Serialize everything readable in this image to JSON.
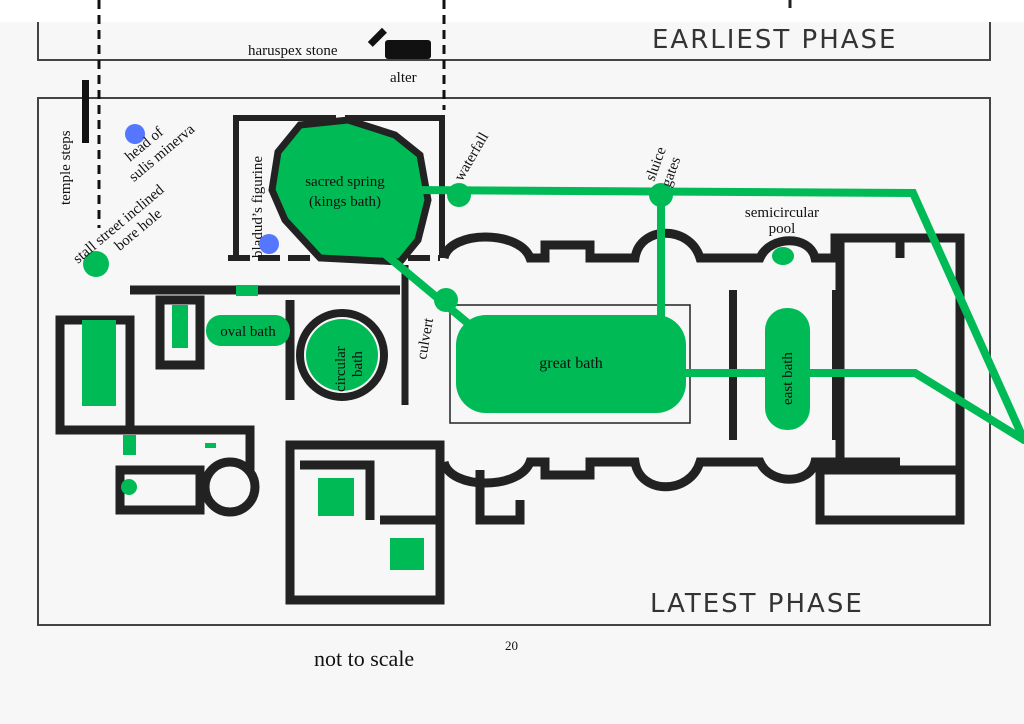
{
  "title": "",
  "phases": {
    "earliest": "EARLIEST PHASE",
    "latest": "LATEST PHASE"
  },
  "labels": {
    "haruspex_stone": "haruspex stone",
    "alter": "alter",
    "temple_steps": "temple steps",
    "head_of_sulis_minerva": [
      "head of",
      "sulis minerva"
    ],
    "bore_hole": [
      "stall street inclined",
      "bore hole"
    ],
    "bladuds_figurine": "bladud’s figurine",
    "sacred_spring": [
      "sacred spring",
      "(kings bath)"
    ],
    "waterfall": "waterfall",
    "sluice_gates": [
      "sluice",
      "gates"
    ],
    "semicircular_pool": [
      "semicircular",
      "pool"
    ],
    "oval_bath": "oval bath",
    "circular_bath": [
      "circular",
      "bath"
    ],
    "culvert": "culvert",
    "great_bath": "great bath",
    "east_bath": "east bath"
  },
  "page_number": "20",
  "note": "not to scale",
  "colors": {
    "water": "#00bb55",
    "artifact": "#5577ff",
    "wall": "#222222",
    "background": "#f7f7f7"
  }
}
